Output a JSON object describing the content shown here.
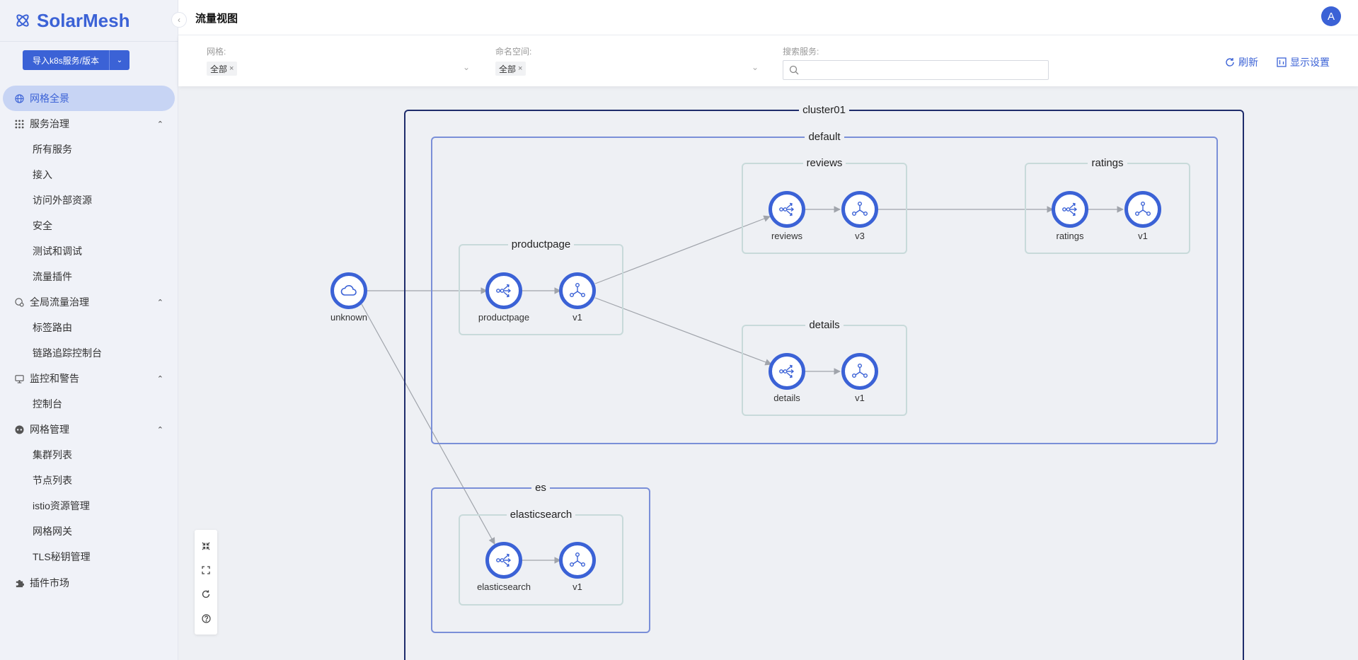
{
  "brand": {
    "name": "SolarMesh"
  },
  "sidebar": {
    "import_button": "导入k8s服务/版本",
    "items": [
      {
        "label": "网格全景"
      },
      {
        "label": "服务治理"
      },
      {
        "label": "所有服务"
      },
      {
        "label": "接入"
      },
      {
        "label": "访问外部资源"
      },
      {
        "label": "安全"
      },
      {
        "label": "测试和调试"
      },
      {
        "label": "流量插件"
      },
      {
        "label": "全局流量治理"
      },
      {
        "label": "标签路由"
      },
      {
        "label": "链路追踪控制台"
      },
      {
        "label": "监控和警告"
      },
      {
        "label": "控制台"
      },
      {
        "label": "网格管理"
      },
      {
        "label": "集群列表"
      },
      {
        "label": "节点列表"
      },
      {
        "label": "istio资源管理"
      },
      {
        "label": "网格网关"
      },
      {
        "label": "TLS秘钥管理"
      },
      {
        "label": "插件市场"
      }
    ]
  },
  "header": {
    "title": "流量视图",
    "avatar": "A"
  },
  "filters": {
    "mesh": {
      "label": "网格:",
      "tag": "全部"
    },
    "namespace": {
      "label": "命名空间:",
      "tag": "全部"
    },
    "search": {
      "label": "搜索服务:",
      "placeholder": ""
    },
    "refresh": "刷新",
    "display_settings": "显示设置"
  },
  "graph": {
    "cluster": "cluster01",
    "namespaces": {
      "default": "default",
      "es": "es"
    },
    "apps": {
      "productpage": "productpage",
      "reviews": "reviews",
      "ratings": "ratings",
      "details": "details",
      "elasticsearch": "elasticsearch"
    },
    "nodes": {
      "unknown": "unknown",
      "productpage_svc": "productpage",
      "productpage_v1": "v1",
      "reviews_svc": "reviews",
      "reviews_v3": "v3",
      "ratings_svc": "ratings",
      "ratings_v1": "v1",
      "details_svc": "details",
      "details_v1": "v1",
      "elasticsearch_svc": "elasticsearch",
      "elasticsearch_v1": "v1"
    },
    "colors": {
      "accent": "#3b62d6",
      "cluster_border": "#1e2c6b",
      "namespace_border": "#7a8fd8",
      "app_border": "#c8dada",
      "edge": "#a0a4ab"
    }
  }
}
